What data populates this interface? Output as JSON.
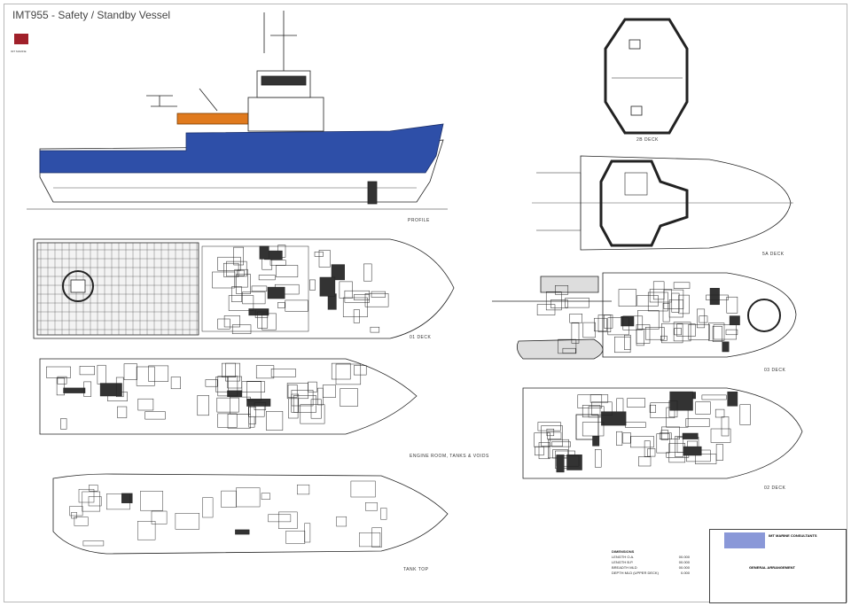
{
  "title": "IMT955 - Safety / Standby Vessel",
  "logo_text": "IMT MARINE",
  "views": {
    "profile": "PROFILE",
    "deck_2b": "2B DECK",
    "deck_5a": "5A DECK",
    "deck_01": "01 DECK",
    "deck_03": "03 DECK",
    "deck_02": "02 DECK",
    "engine_room": "ENGINE ROOM, TANKS & VOIDS",
    "tank_top": "TANK TOP"
  },
  "dimensions": {
    "heading": "DIMENSIONS",
    "rows": [
      {
        "label": "LENGTH O.A.",
        "value": "00.000"
      },
      {
        "label": "LENGTH B.P.",
        "value": "00.000"
      },
      {
        "label": "BREADTH MLD",
        "value": "00.000"
      },
      {
        "label": "DEPTH MLD (UPPER DECK)",
        "value": "0.000"
      }
    ]
  },
  "title_block": {
    "company": "IMT MARINE CONSULTANTS",
    "drawing": "GENERAL ARRANGEMENT"
  },
  "colors": {
    "hull_blue": "#2e4fa8",
    "lifeboat_orange": "#e07a1e",
    "logo_red": "#a0202a"
  }
}
